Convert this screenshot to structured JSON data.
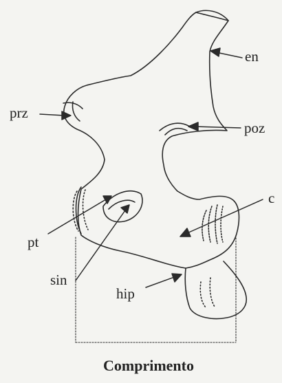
{
  "labels": {
    "en": "en",
    "prz": "prz",
    "poz": "poz",
    "c": "c",
    "pt": "pt",
    "sin": "sin",
    "hip": "hip"
  },
  "caption": "Comprimento",
  "colors": {
    "ink": "#2a2a2a",
    "background": "#f4f4f1"
  }
}
